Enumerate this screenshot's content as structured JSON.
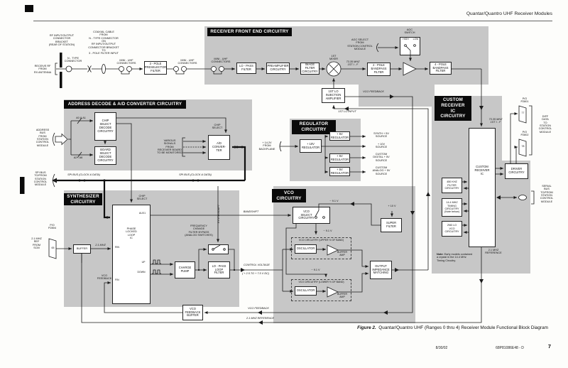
{
  "page": {
    "header": "Quantar/Quantro UHF Receiver Modules",
    "figure_label": "Figure 2.",
    "figure_caption": "Quantar/Quantro UHF (Ranges 0 thru 4)  Receiver Module Functional Block Diagram",
    "date": "8/30/02",
    "part_number": "68P81086E48 - D",
    "page_number": "7"
  },
  "rf_input": {
    "bracket_note": "RF INPUT/OUTPUT\nCONNECTOR\nBRACKET\n(REAR OF STATION)",
    "receive": "RECEIVE RF\nFROM\nRX ANTENNA",
    "n_type": "N - TYPE\nCONNECTOR",
    "coax_note": "COAXIAL CABLE\nFROM\nN - TYPE CONNECTOR\nON\nRF INPUT/OUTPUT\nCONNECTOR BRACKET\nTO\n3 - POLE FILTER INPUT",
    "mini_uhf": "MINI - UHF\nCONNECTORS",
    "preselector": "3 - POLE\nPRESELECTOR\nFILTER"
  },
  "front_end": {
    "title": "RECEIVER FRONT END CIRCUITRY",
    "lo_pass": "LO - PASS\nFILTER",
    "preamp": "PREAMPLIFIER\nCIRCUITRY",
    "image_filter": "IMAGE\nFILTER\nCIRCUITRY",
    "mixer": "1ST\nMIXER",
    "first_if": "73.35 MHZ\n1ST I - F",
    "bp2": "2 - POLE\nBANDPASS\nFILTER",
    "bp4": "4 - POLE\nBANDPASS\nFILTER",
    "agc_select": "AGC SELECT\nFROM\nSTATION CONTROL\nMODULE",
    "agc_switch": "AGC\nSWITCH",
    "high": "HIGH",
    "low": "LOW",
    "inj_amp": "1ST LO\nINJECTION\nAMPLIFIER",
    "vco_feedback": "VCO FEEDBACK",
    "first_lo_input": "1ST LO INPUT"
  },
  "address": {
    "title": "ADDRESS DECODE & A/D CONVERTER CIRCUITRY",
    "bus": "ADDRESS\nBUS\nFROM\nSTATION\nCONTROL\nMODULE",
    "a0a1": "A0 & A1",
    "a2a6": "A2 - A6",
    "chip_select_decode": "CHIP\nSELECT\nDECODE\nCIRCUITRY",
    "board_select_decode": "BOARD\nSELECT\nDECODE\nCIRCUITRY",
    "various": "VARIOUS\nSIGNALS\nFROM\nRECEIVER BOARD\nTO BE MONITORED",
    "chip_select": "CHIP\nSELECT",
    "ad_converter": "A/D\nCONVER-\nTER",
    "spi_bus": "SPI BUS (CLOCK & DATA)",
    "spi_bracket": "SPI BUS\nTO/FROM\nSTATION\nCONTROL\nMODULE"
  },
  "regulator": {
    "title": "REGULATOR\nCIRCUITRY",
    "input": "+ 14.2V\nFROM\nBACKPLANE",
    "reg10": "+ 10V\nREGULATOR",
    "reg5": "+ 5V\nREGULATOR",
    "synth_5v": "SYNTH + 5V\nSOURCE",
    "v10": "+ 10V\nSOURCE",
    "digital_5v": "CUSTOM\nDIGITAL + 5V\nSOURCE",
    "analog_5v": "CUSTOM\nANALOG + 5V\nSOURCE"
  },
  "custom_rx": {
    "title": "CUSTOM\nRECEIVER\nIC\nCIRCUITRY",
    "first_if": "73.35 MHZ\n1ST I - F",
    "ic": "CUSTOM\nRECEIVER\nIC",
    "filter450": "450 KHZ\nFILTER\nCIRCUITRY",
    "timing": "14.4 MHZ\nTIMING\nCIRCUITRY\n(Note below)",
    "lo2": "2ND LO\nVCO\nCIRCUITRY",
    "driver": "DRIVER\nCIRCUITRY",
    "p2801": "P/O\nP2801",
    "pin77": "77",
    "p2802": "P/O\nP2802",
    "pin78": "78",
    "diff_data": "DIFF\nDATA\nTO\nSTATION\nCONTROL\nMODULE",
    "serial_bus": "SERIAL\nBUS\nTO/FROM\nSTATION\nCONTROL\nMODULE",
    "reference": "2.1 MHZ\nREFERENCE",
    "note_label": "Note:",
    "note_text": " Early models contained\na crystal in the 14.4 MHz\nTiming Circuitry."
  },
  "synth": {
    "title": "SYNTHESIZER\nCIRCUITRY",
    "chip_select": "CHIP\nSELECT",
    "pll": "PHASE\nLOCKED\nLOOP\nIC",
    "aux1": "AUX1",
    "rin": "RIN",
    "up": "UP",
    "down": "DOWN",
    "fin": "FIN",
    "p2804": "P/O\nP2804",
    "pin65": "65",
    "ref_in": "2.1 MHZ\nREF\nFROM\nSCM",
    "buffer": "BUFFER",
    "mhz21": "2.1 MHZ",
    "charge_pump": "CHARGE\nPUMP",
    "bypass": "FREQUENCY\nCHANGE\nFILTER BYPASS\n(ANALOG SWITCHES)",
    "synth_adapt": "SYNTH ADAPT",
    "loop_filter": "LO - PASS\nLOOP\nFILTER",
    "control_voltage": "CONTROL VOLTAGE",
    "control_range": "( + 2.5 TO + 7.5 V DC)",
    "bandshift": "BANDSHIFT",
    "fb_buffer": "VCO\nFEEDBACK\nBUFFER",
    "vco_feedback2": "VCO\nFEEDBACK",
    "vco_feedback": "VCO FEEDBACK",
    "reference": "2.1 MHZ REFERENCE"
  },
  "vco": {
    "title": "VCO\nCIRCUITRY",
    "select": "VCO\nSELECT\nCIRCUITRY",
    "v91": "~ 9.1 V",
    "v10": "+ 10 V",
    "super_filter": "SUPER\nFILTER",
    "upper": "VCO CIRCUITRY (UPPER ½ OF BAND)",
    "lower": "VCO CIRCUITRY (LOWER ½ OF BAND)",
    "oscillator": "OSCILLATOR",
    "buffer_amp": "BUFFER\nAMP",
    "oim": "OUTPUT\nIMPEDANCE\nMATCHING"
  }
}
